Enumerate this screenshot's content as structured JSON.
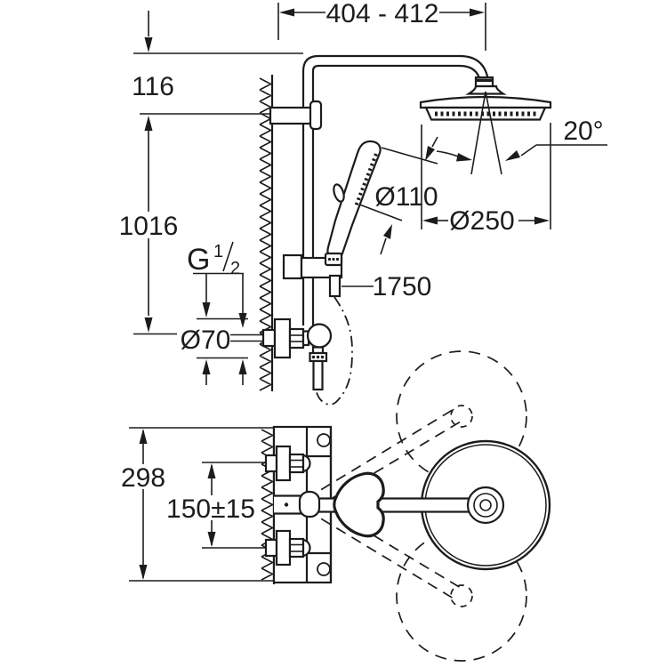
{
  "drawing": {
    "kind": "technical-dimension-diagram",
    "subject": "shower system with head shower, hand shower, shower rail and wall-mounted thermostat, front view and top view",
    "line_color": "#1c1c1c",
    "background_color": "#ffffff"
  },
  "ann": {
    "width_range": "404 - 412",
    "wall_to_arm_top": "116",
    "rail_height": "1016",
    "spray_angle": "20°",
    "hand_shower_diameter": "Ø110",
    "head_shower_diameter": "Ø250",
    "hose_length": "1750",
    "thread_letter": "G",
    "thread_numerator": "1",
    "thread_denominator": "2",
    "supply_escutcheon_diameter": "Ø70",
    "trim_height": "298",
    "supply_spacing": "150±15"
  }
}
